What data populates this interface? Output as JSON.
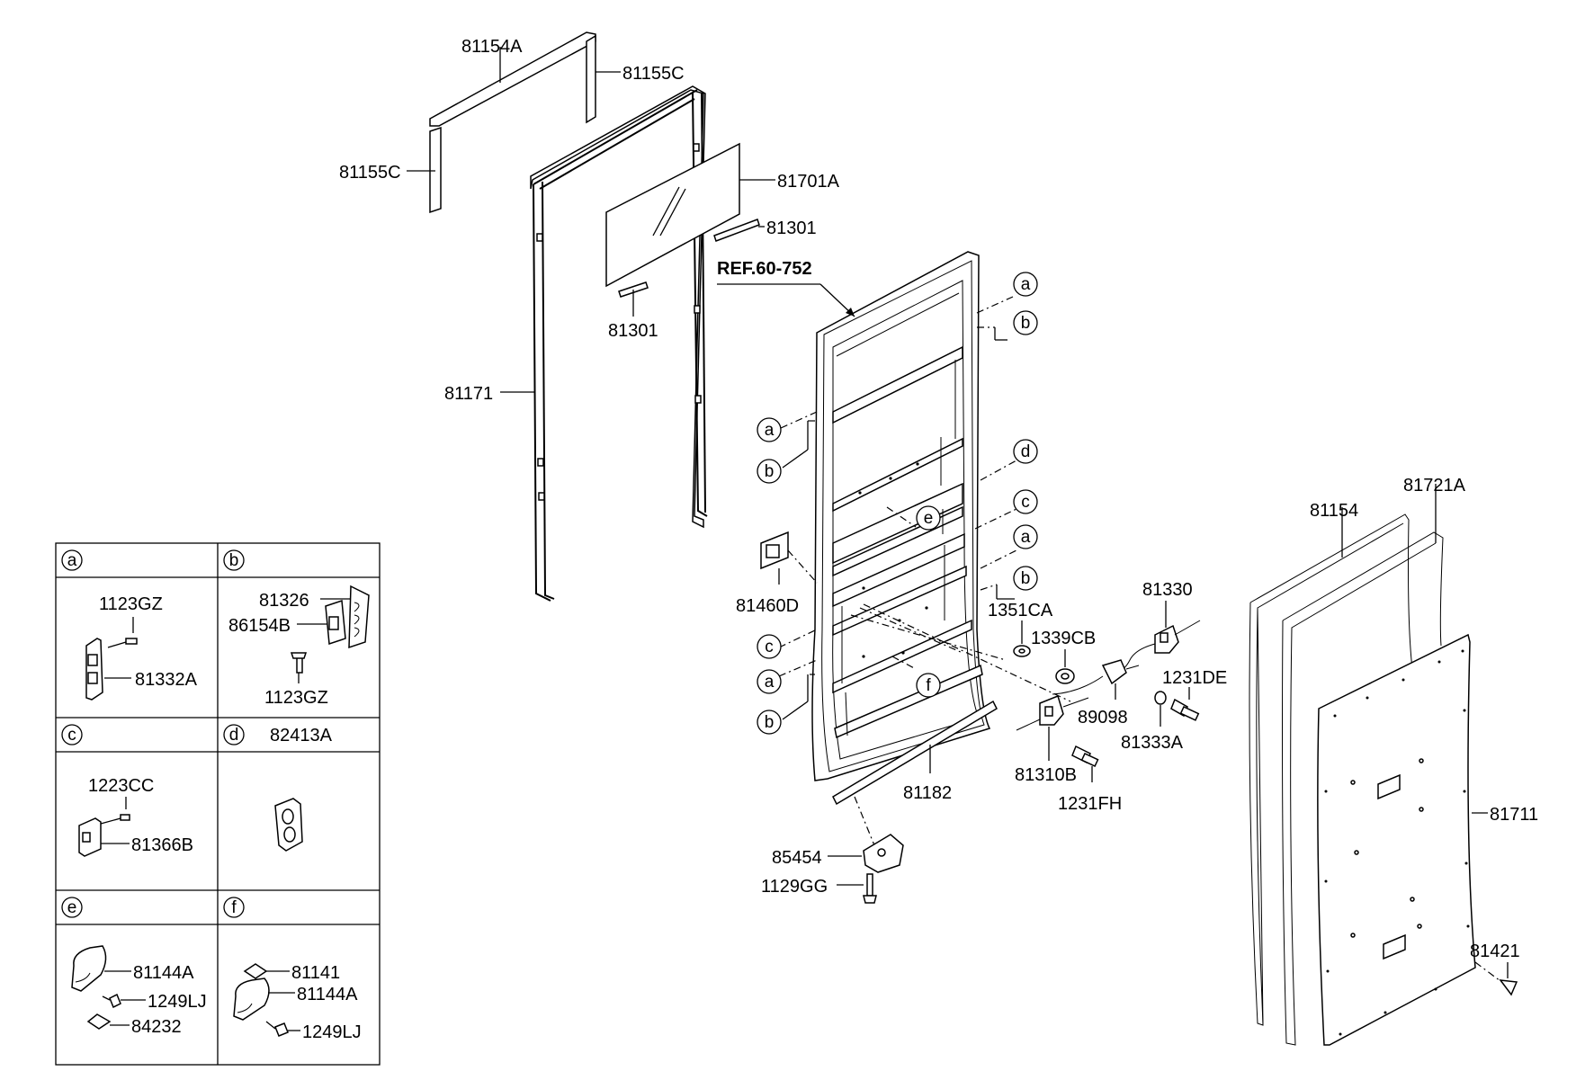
{
  "ref_label": "REF.60-752",
  "callouts": [
    {
      "id": "81154A",
      "text": "81154A"
    },
    {
      "id": "81155C_top",
      "text": "81155C"
    },
    {
      "id": "81155C_left",
      "text": "81155C"
    },
    {
      "id": "81701A",
      "text": "81701A"
    },
    {
      "id": "81301_right",
      "text": "81301"
    },
    {
      "id": "81301_bottom",
      "text": "81301"
    },
    {
      "id": "81171",
      "text": "81171"
    },
    {
      "id": "81460D",
      "text": "81460D"
    },
    {
      "id": "1351CA",
      "text": "1351CA"
    },
    {
      "id": "1339CB",
      "text": "1339CB"
    },
    {
      "id": "81330",
      "text": "81330"
    },
    {
      "id": "1231DE",
      "text": "1231DE"
    },
    {
      "id": "89098",
      "text": "89098"
    },
    {
      "id": "81333A",
      "text": "81333A"
    },
    {
      "id": "81310B",
      "text": "81310B"
    },
    {
      "id": "1231FH",
      "text": "1231FH"
    },
    {
      "id": "81182",
      "text": "81182"
    },
    {
      "id": "85454",
      "text": "85454"
    },
    {
      "id": "1129GG",
      "text": "1129GG"
    },
    {
      "id": "81154",
      "text": "81154"
    },
    {
      "id": "81721A",
      "text": "81721A"
    },
    {
      "id": "81711",
      "text": "81711"
    },
    {
      "id": "81421",
      "text": "81421"
    }
  ],
  "circle_markers": {
    "a1": "a",
    "b1": "b",
    "a2": "a",
    "b2": "b",
    "d1": "d",
    "c1": "c",
    "e1": "e",
    "a3": "a",
    "b3": "b",
    "c2": "c",
    "a4": "a",
    "b4": "b",
    "f1": "f"
  },
  "detail_table": {
    "a": {
      "letter": "a",
      "parts": [
        "1123GZ",
        "81332A"
      ]
    },
    "b": {
      "letter": "b",
      "parts": [
        "81326",
        "86154B",
        "1123GZ"
      ]
    },
    "c": {
      "letter": "c",
      "parts": [
        "1223CC",
        "81366B"
      ]
    },
    "d": {
      "letter": "d",
      "title": "82413A"
    },
    "e": {
      "letter": "e",
      "parts": [
        "81144A",
        "1249LJ",
        "84232"
      ]
    },
    "f": {
      "letter": "f",
      "parts": [
        "81141",
        "81144A",
        "1249LJ"
      ]
    }
  }
}
